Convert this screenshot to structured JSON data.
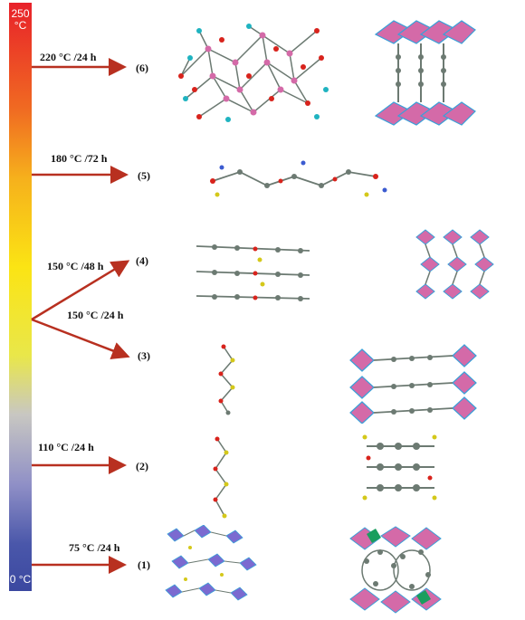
{
  "scale": {
    "top_label": "250\n°C",
    "bottom_label": "0 °C"
  },
  "conditions": [
    {
      "id": "c6",
      "text": "220 °C /24 h"
    },
    {
      "id": "c5",
      "text": "180 °C /72 h"
    },
    {
      "id": "c4",
      "text": "150 °C /48 h"
    },
    {
      "id": "c3",
      "text": "150 °C /24 h"
    },
    {
      "id": "c2",
      "text": "110 °C /24 h"
    },
    {
      "id": "c1",
      "text": "75 °C /24 h"
    }
  ],
  "products": [
    "(6)",
    "(5)",
    "(4)",
    "(3)",
    "(2)",
    "(1)"
  ],
  "colors": {
    "arrow": "#b83020",
    "polyhedra": "#d46aa8",
    "polyhedra_edge": "#3aa0d8",
    "carbon": "#6c7a72",
    "oxygen": "#d8231c",
    "cyan_atom": "#1fb3c0",
    "sulfur": "#d4c81a",
    "nitrogen": "#3b5bd0",
    "green_poly": "#1a9e5e",
    "purple_poly": "#7b6ad0"
  }
}
